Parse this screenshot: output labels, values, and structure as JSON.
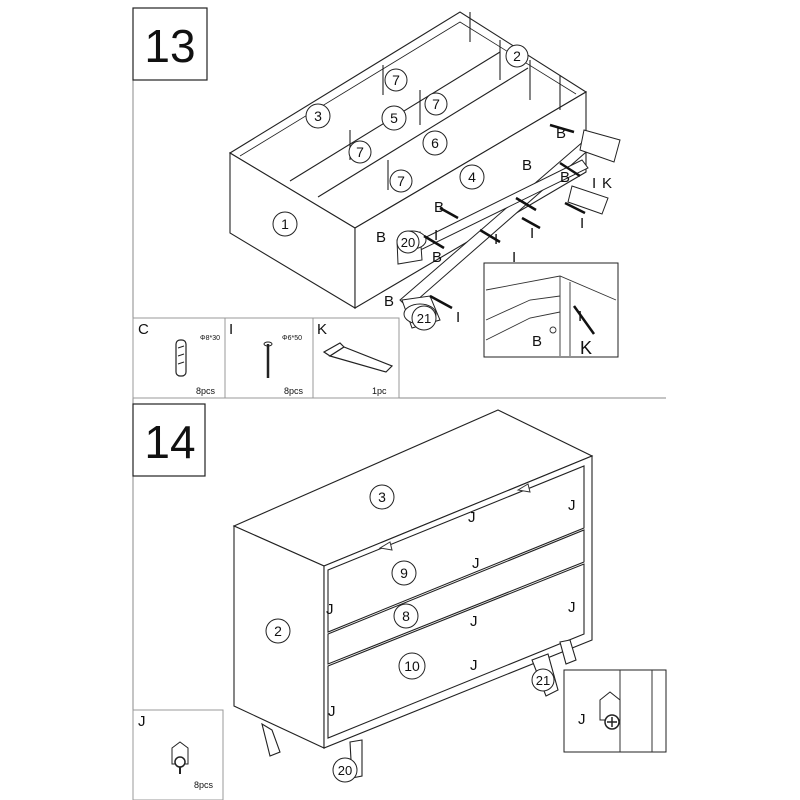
{
  "steps": [
    {
      "number": "13"
    },
    {
      "number": "14"
    }
  ],
  "step13": {
    "callouts": {
      "p1": "1",
      "p2": "2",
      "p3": "3",
      "p4": "4",
      "p5": "5",
      "p6": "6",
      "p7a": "7",
      "p7b": "7",
      "p7c": "7",
      "p7d": "7",
      "p20": "20",
      "p21": "21"
    },
    "letters": {
      "B": "B",
      "I": "I",
      "K": "K"
    },
    "hardware": [
      {
        "letter": "C",
        "spec": "Φ8*30",
        "qty": "8pcs"
      },
      {
        "letter": "I",
        "spec": "Φ6*50",
        "qty": "8pcs"
      },
      {
        "letter": "K",
        "spec": "",
        "qty": "1pc"
      }
    ]
  },
  "step14": {
    "callouts": {
      "p2": "2",
      "p3": "3",
      "p8": "8",
      "p9": "9",
      "p10": "10",
      "p20": "20",
      "p21": "21"
    },
    "letters": {
      "J": "J"
    },
    "hardware": [
      {
        "letter": "J",
        "qty": "8pcs"
      }
    ]
  }
}
